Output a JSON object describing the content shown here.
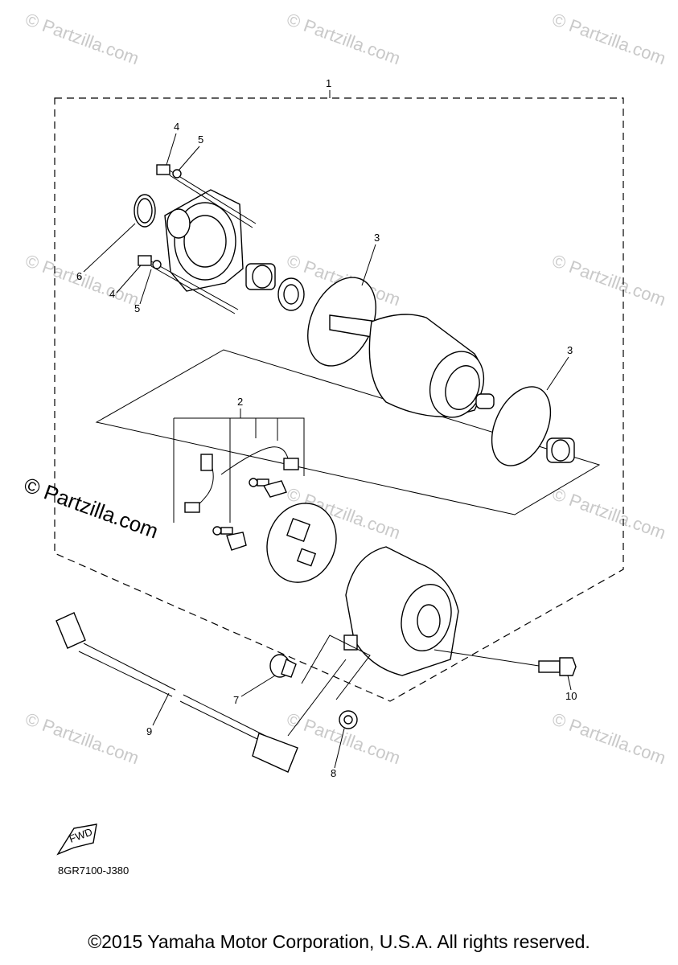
{
  "watermark": {
    "text": "© Partzilla.com"
  },
  "diagram": {
    "callouts": [
      "1",
      "2",
      "3",
      "3",
      "4",
      "4",
      "5",
      "5",
      "6",
      "7",
      "8",
      "9",
      "10"
    ],
    "fwd_label": "FWD",
    "drawing_code": "8GR7100-J380"
  },
  "footer": {
    "copyright": "©2015 Yamaha Motor Corporation, U.S.A. All rights reserved."
  }
}
